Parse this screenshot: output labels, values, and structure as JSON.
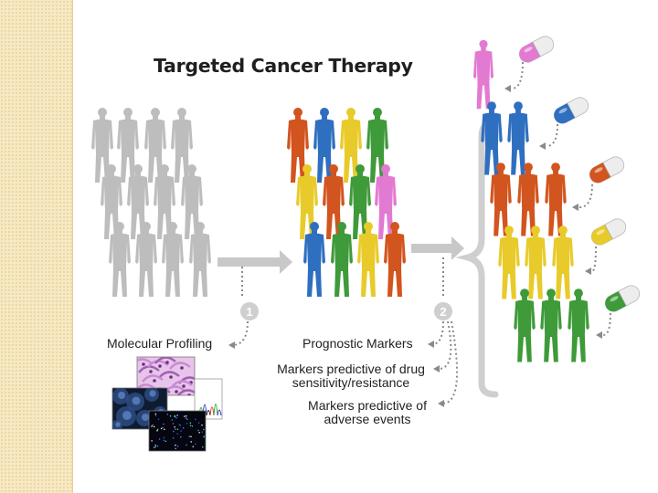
{
  "title": "Targeted Cancer Therapy",
  "steps": [
    "1",
    "2"
  ],
  "labels": {
    "molecular_profiling": "Molecular Profiling",
    "prognostic_markers": "Prognostic Markers",
    "drug_markers_line1": "Markers predictive of drug",
    "drug_markers_line2": "sensitivity/resistance",
    "adverse_line1": "Markers predictive of",
    "adverse_line2": "adverse events"
  },
  "colors": {
    "gray": "#bdbdbd",
    "orange": "#d2541e",
    "blue": "#2f6fc0",
    "yellow": "#e8cb2a",
    "green": "#3f9a3a",
    "pink": "#e27ad2",
    "arrow": "#c8c8c8",
    "dotted": "#8a8a8a"
  },
  "icons": [
    "human-figure-icon",
    "capsule-icon",
    "right-arrow-icon",
    "dotted-arrow-icon",
    "brace-icon",
    "micrograph-icon"
  ]
}
